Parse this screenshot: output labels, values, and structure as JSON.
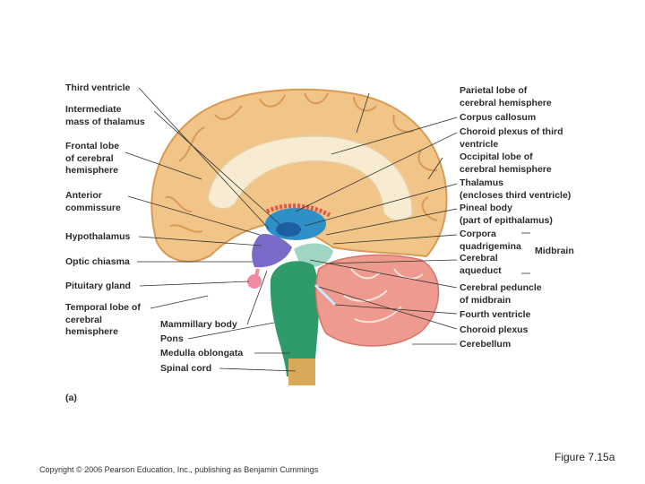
{
  "labels_left": {
    "third_ventricle": "Third ventricle",
    "intermediate_mass": [
      "Intermediate",
      "mass of thalamus"
    ],
    "frontal_lobe": [
      "Frontal lobe",
      "of cerebral",
      "hemisphere"
    ],
    "anterior_commissure": [
      "Anterior",
      "commissure"
    ],
    "hypothalamus": "Hypothalamus",
    "optic_chiasma": "Optic chiasma",
    "pituitary_gland": "Pituitary gland",
    "temporal_lobe": [
      "Temporal lobe of",
      "cerebral",
      "hemisphere"
    ]
  },
  "labels_bottom": {
    "mammillary_body": "Mammillary body",
    "pons": "Pons",
    "medulla_oblongata": "Medulla oblongata",
    "spinal_cord": "Spinal cord"
  },
  "labels_right": {
    "parietal_lobe": [
      "Parietal lobe of",
      "cerebral hemisphere"
    ],
    "corpus_callosum": "Corpus callosum",
    "choroid_plexus_third": [
      "Choroid plexus of third",
      "ventricle"
    ],
    "occipital_lobe": [
      "Occipital lobe of",
      "cerebral hemisphere"
    ],
    "thalamus": [
      "Thalamus",
      "(encloses third ventricle)"
    ],
    "pineal_body": [
      "Pineal body",
      "(part of epithalamus)"
    ],
    "corpora_quadrigemina": [
      "Corpora",
      "quadrigemina"
    ],
    "cerebral_aqueduct": [
      "Cerebral",
      "aqueduct"
    ],
    "midbrain": "Midbrain",
    "cerebral_peduncle": [
      "Cerebral peduncle",
      "of midbrain"
    ],
    "fourth_ventricle": "Fourth ventricle",
    "choroid_plexus": "Choroid plexus",
    "cerebellum": "Cerebellum"
  },
  "panel_label": "(a)",
  "copyright": "Copyright © 2006 Pearson Education, Inc., publishing as Benjamin Cummings",
  "figure_number": "Figure 7.15a",
  "colors": {
    "cortex": "#f1c487",
    "cortex_dark": "#d99a55",
    "white_matter": "#f7ecd2",
    "corpus_callosum": "#f4e6c8",
    "thalamus": "#2f8fc7",
    "third_ventricle": "#1c5fa0",
    "hypothalamus": "#7a6bc9",
    "choroid_plexus": "#e2574f",
    "brainstem": "#2f9a6a",
    "cerebellum": "#ee9a8e",
    "pituitary": "#f08aa0",
    "spinal_cord": "#d8a95a"
  }
}
